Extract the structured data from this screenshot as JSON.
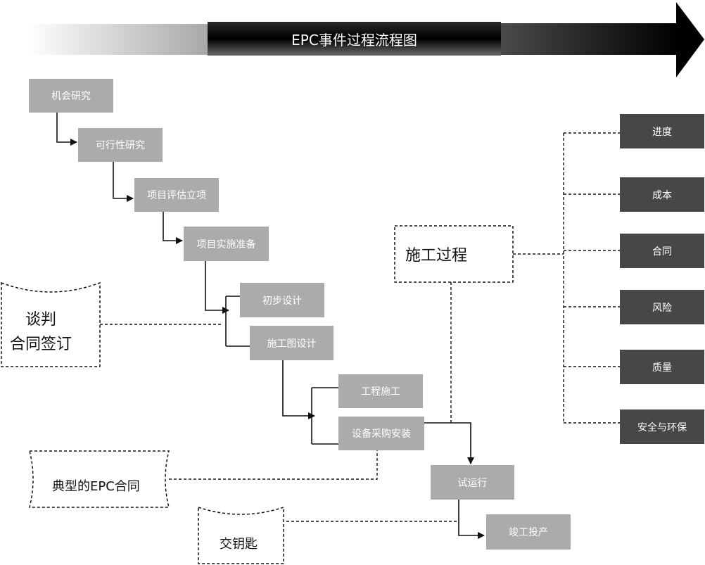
{
  "title": "EPC事件过程流程图",
  "steps": {
    "opportunity": "机会研究",
    "feasibility": "可行性研究",
    "evaluation": "项目评估立项",
    "preparation": "项目实施准备",
    "preliminary_design": "初步设计",
    "construction_drawing": "施工图设计",
    "engineering_construction": "工程施工",
    "equipment_procurement": "设备采购安装",
    "trial_operation": "试运行",
    "completion": "竣工投产"
  },
  "callouts": {
    "negotiation_line1": "谈判",
    "negotiation_line2": "合同签订",
    "typical_contract": "典型的EPC合同",
    "handover": "交钥匙",
    "construction_process": "施工过程"
  },
  "aspects": [
    "进度",
    "成本",
    "合同",
    "风险",
    "质量",
    "安全与环保"
  ],
  "colors": {
    "step_box": "#ababab",
    "aspect_box": "#474747",
    "line": "#111111"
  }
}
